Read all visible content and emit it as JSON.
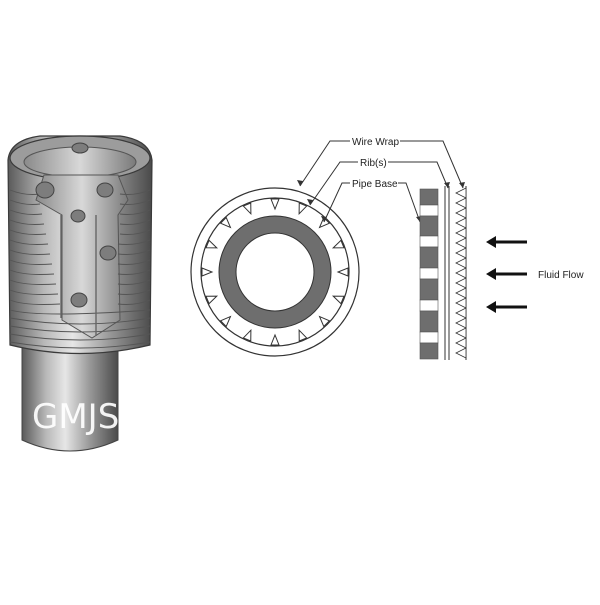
{
  "diagram": {
    "watermark": "GMJS",
    "labels": {
      "wire_wrap": "Wire Wrap",
      "ribs": "Rib(s)",
      "pipe_base": "Pipe Base",
      "fluid_flow": "Fluid Flow"
    },
    "illustration": "Cutaway of wire-wrapped screen over perforated pipe base",
    "cross_section": {
      "layers_outside_to_inside": [
        "Wire Wrap",
        "Rib(s)",
        "Pipe Base"
      ],
      "rib_count": 16
    },
    "side_section": {
      "flow_arrows": 3,
      "flow_direction": "right-to-left (toward pipe)"
    },
    "colors": {
      "pipe_base": "#6e6e6e",
      "line": "#333333",
      "background": "#ffffff"
    }
  }
}
